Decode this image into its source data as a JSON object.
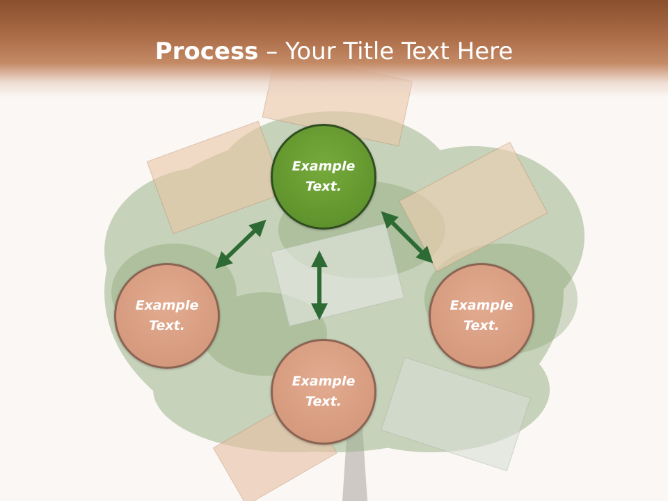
{
  "slide": {
    "title_bold": "Process",
    "title_rest": " – Your Title Text Here"
  },
  "diagram": {
    "nodes": [
      {
        "id": "top",
        "label": "Example Text."
      },
      {
        "id": "left",
        "label": "Example Text."
      },
      {
        "id": "right",
        "label": "Example Text."
      },
      {
        "id": "bottom",
        "label": "Example Text."
      }
    ]
  },
  "colors": {
    "header": "#a0603d",
    "center_node": "#64982f",
    "outer_node": "#d89d81",
    "arrow": "#2e6a33"
  }
}
